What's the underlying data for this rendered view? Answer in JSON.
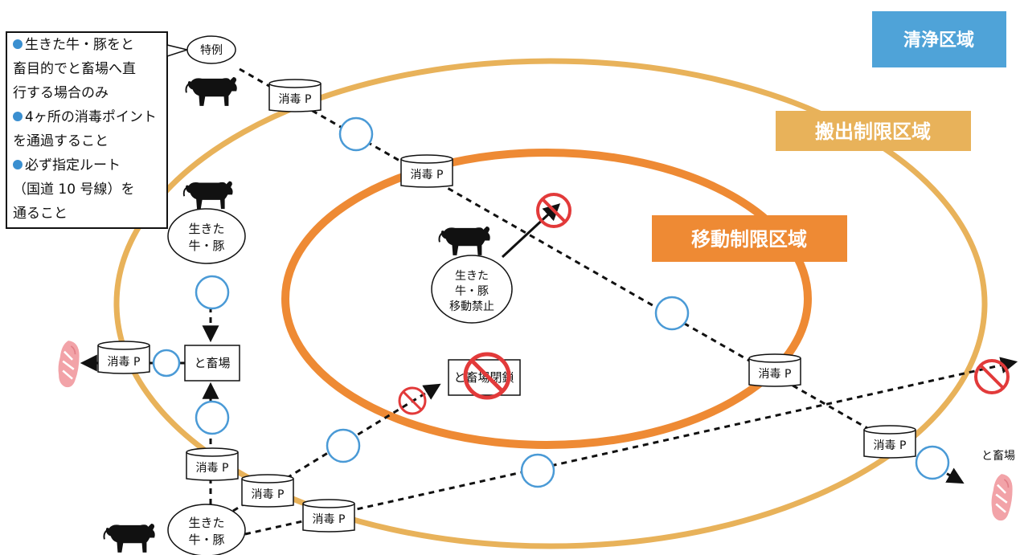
{
  "zones": {
    "clean": {
      "label": "清浄区域",
      "color": "#4fa3d8"
    },
    "export_restriction": {
      "label": "搬出制限区域",
      "color": "#e8b25a"
    },
    "movement_restriction": {
      "label": "移動制限区域",
      "color": "#ee8a34"
    }
  },
  "note": {
    "bullet_color": "#3a8fd0",
    "lines": [
      "生きた牛・豚をと",
      "畜目的でと畜場へ直",
      "行する場合のみ",
      "4ヶ所の消毒ポイント",
      "を通過すること",
      "必ず指定ルート",
      "（国道 10 号線）を",
      "通ること"
    ]
  },
  "labels": {
    "exception": "特例",
    "disinfection_point": "消毒 P",
    "slaughterhouse": "と畜場",
    "slaughterhouse_closed": "と畜場閉鎖",
    "live_cattle_pig_line1": "生きた",
    "live_cattle_pig_line2": "牛・豚",
    "movement_ban_line3": "移動禁止"
  },
  "symbols": {
    "allowed_circle_color": "#4a9ad6",
    "prohibited_color": "#e23a3a",
    "meat_color": "#f2a3a8"
  }
}
